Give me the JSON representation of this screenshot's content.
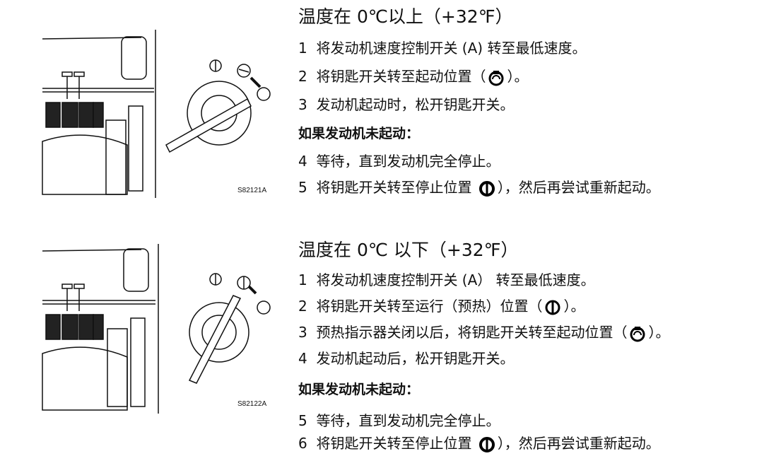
{
  "section1": {
    "title": "温度在 0℃以上（+32℉）",
    "figure_label": "S82121A",
    "steps": [
      {
        "n": "1",
        "text": "将发动机速度控制开关 (A) 转至最低速度。"
      },
      {
        "n": "2",
        "pre": "将钥匙开关转至起动位置（",
        "post": "）。",
        "icon": "start-position-icon"
      },
      {
        "n": "3",
        "text": "发动机起动时，松开钥匙开关。"
      }
    ],
    "if_not_started": "如果发动机未起动：",
    "steps2": [
      {
        "n": "4",
        "text": "等待，直到发动机完全停止。"
      },
      {
        "n": "5",
        "pre": "将钥匙开关转至停止位置 ",
        "post": "），然后再尝试重新起动。",
        "icon": "stop-position-icon"
      }
    ]
  },
  "section2": {
    "title": "温度在 0℃ 以下（+32℉）",
    "figure_label": "S82122A",
    "steps": [
      {
        "n": "1",
        "text": "将发动机速度控制开关 (A） 转至最低速度。"
      },
      {
        "n": "2",
        "pre": "将钥匙开关转至运行（预热）位置（",
        "post": "）。",
        "icon": "run-position-icon"
      },
      {
        "n": "3",
        "pre": "预热指示器关闭以后，将钥匙开关转至起动位置（",
        "post": "）。",
        "icon": "start-position-icon"
      },
      {
        "n": "4",
        "text": "发动机起动后，松开钥匙开关。"
      }
    ],
    "if_not_started": "如果发动机未起动：",
    "steps2": [
      {
        "n": "5",
        "text": "等待，直到发动机完全停止。"
      },
      {
        "n": "6",
        "pre": "将钥匙开关转至停止位置 ",
        "post": "），然后再尝试重新起动。",
        "icon": "stop-position-icon"
      }
    ]
  }
}
